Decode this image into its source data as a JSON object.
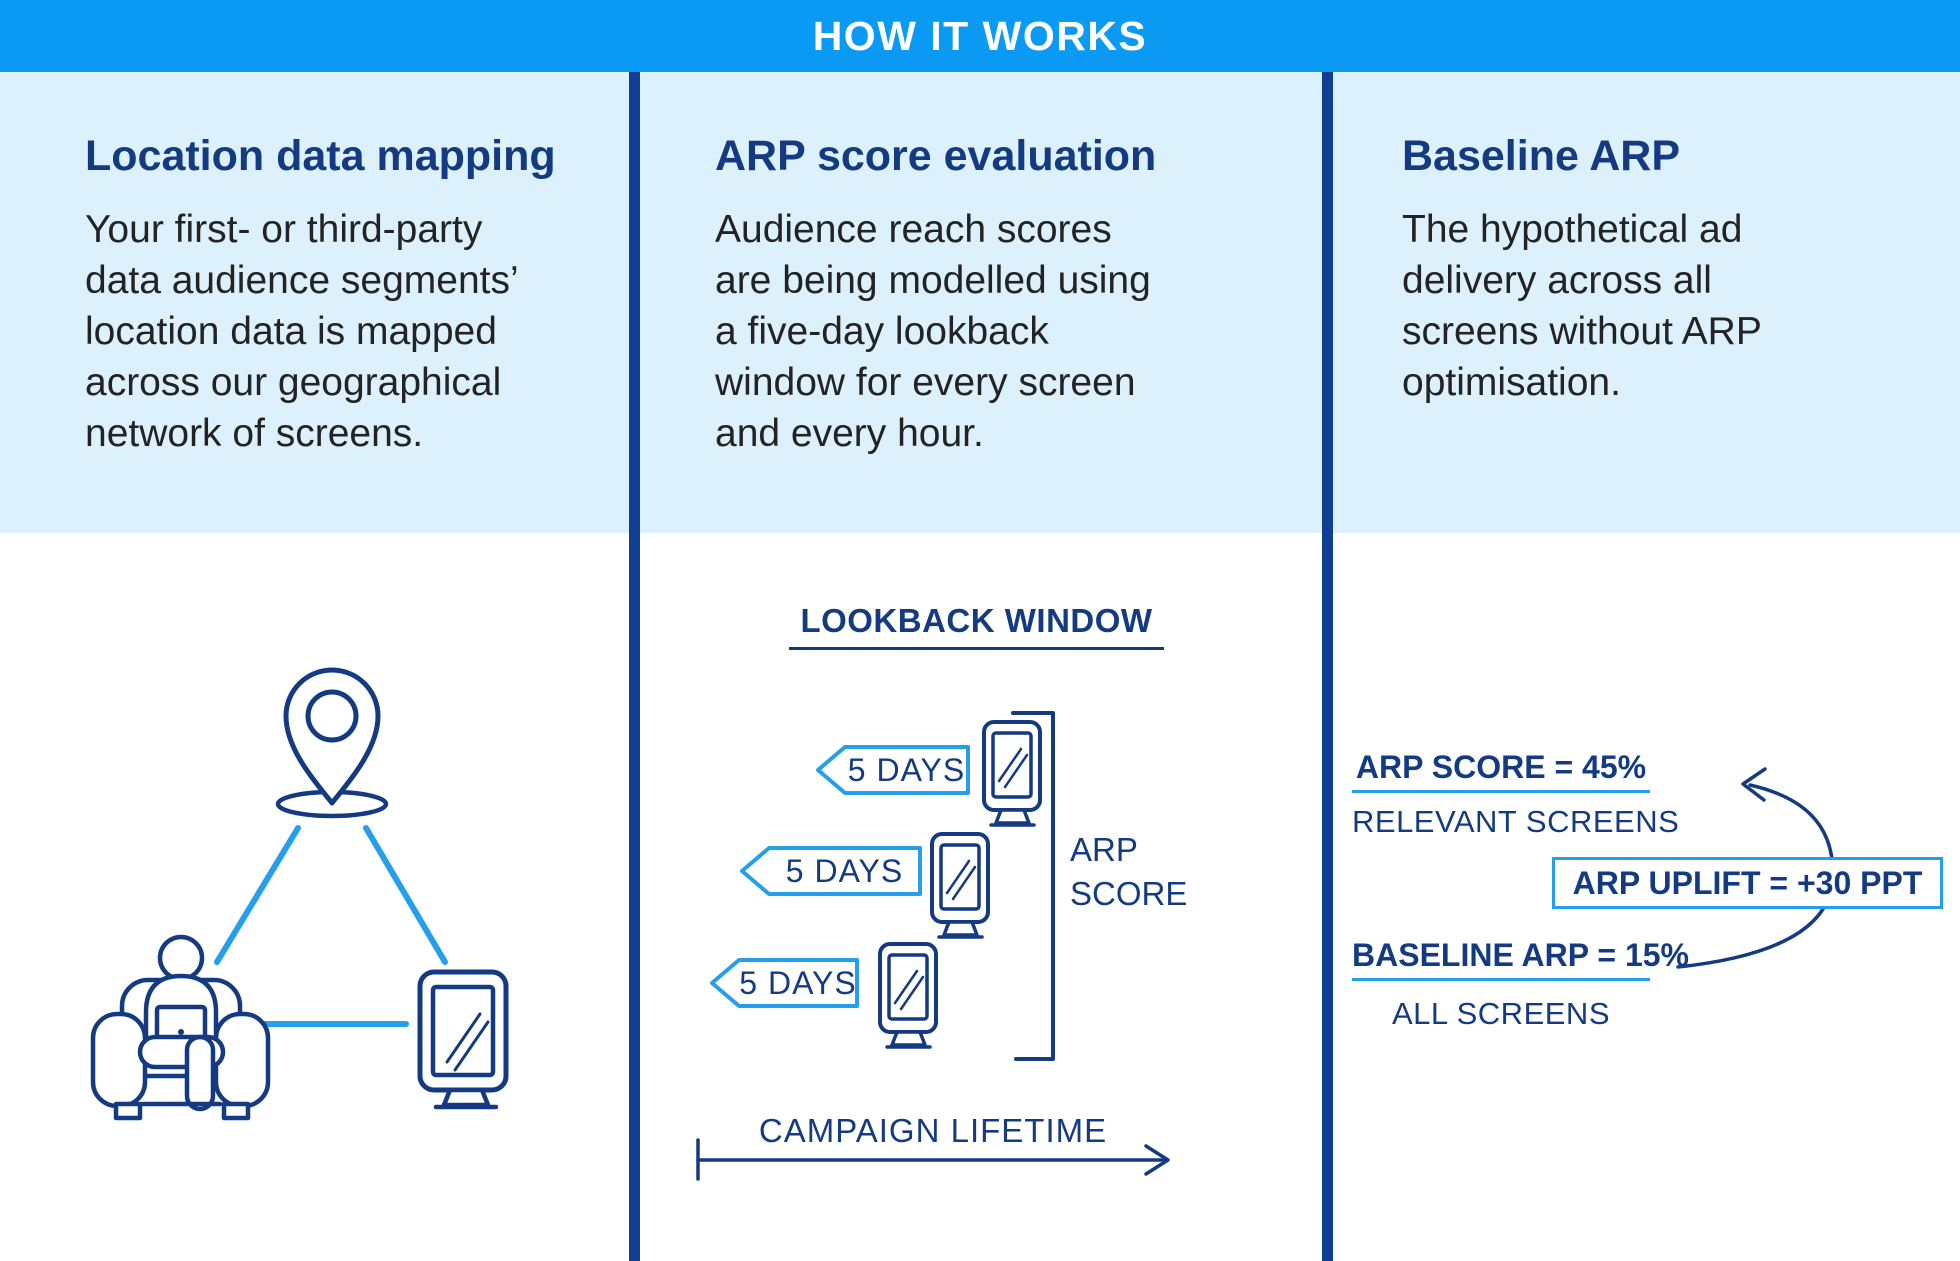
{
  "colors": {
    "header_blue": "#0A9AF3",
    "panel_blue": "#DCF1FB",
    "navy": "#143A82",
    "accent": "#259EEC",
    "body_text": "#232323"
  },
  "header": {
    "title": "HOW IT WORKS"
  },
  "columns": [
    {
      "title": "Location data mapping",
      "body": "Your first- or third-party\ndata audience segments’\nlocation data is mapped\nacross our geographical\nnetwork of screens."
    },
    {
      "title": "ARP score evaluation",
      "body": "Audience reach scores\nare being modelled using\na five-day lookback\nwindow for every screen\nand every hour."
    },
    {
      "title": "Baseline ARP",
      "body": "The hypothetical ad\ndelivery across all\nscreens without ARP\noptimisation."
    }
  ],
  "middle": {
    "lookback_title": "LOOKBACK WINDOW",
    "tags": [
      "5 DAYS",
      "5 DAYS",
      "5 DAYS"
    ],
    "bracket_label": "ARP\nSCORE",
    "timeline_label": "CAMPAIGN LIFETIME"
  },
  "right": {
    "arp_score": "ARP SCORE = 45%",
    "relevant": "RELEVANT SCREENS",
    "uplift": "ARP UPLIFT = +30 PPT",
    "baseline": "BASELINE ARP = 15%",
    "all_screens": "ALL SCREENS"
  },
  "icons": {
    "location_pin": "location-pin-icon",
    "person_armchair": "person-in-armchair-icon",
    "digital_screen": "digital-screen-icon",
    "lookback_tag": "lookback-tag-shape",
    "bracket": "arp-score-bracket",
    "timeline_arrow": "campaign-lifetime-arrow",
    "uplift_arrow": "uplift-curved-arrow"
  }
}
